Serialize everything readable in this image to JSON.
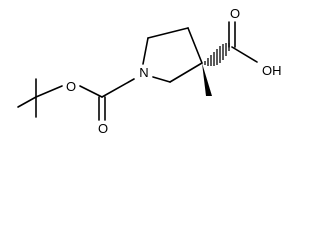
{
  "molecule": {
    "atoms": {
      "carbonyl_oxygen": "O",
      "ester_oxygen": "O",
      "ring_nitrogen": "N",
      "acid_carbonyl_oxygen": "O",
      "acid_hydroxyl": "OH"
    },
    "colors": {
      "bond": "#000000",
      "background": "#ffffff"
    }
  }
}
